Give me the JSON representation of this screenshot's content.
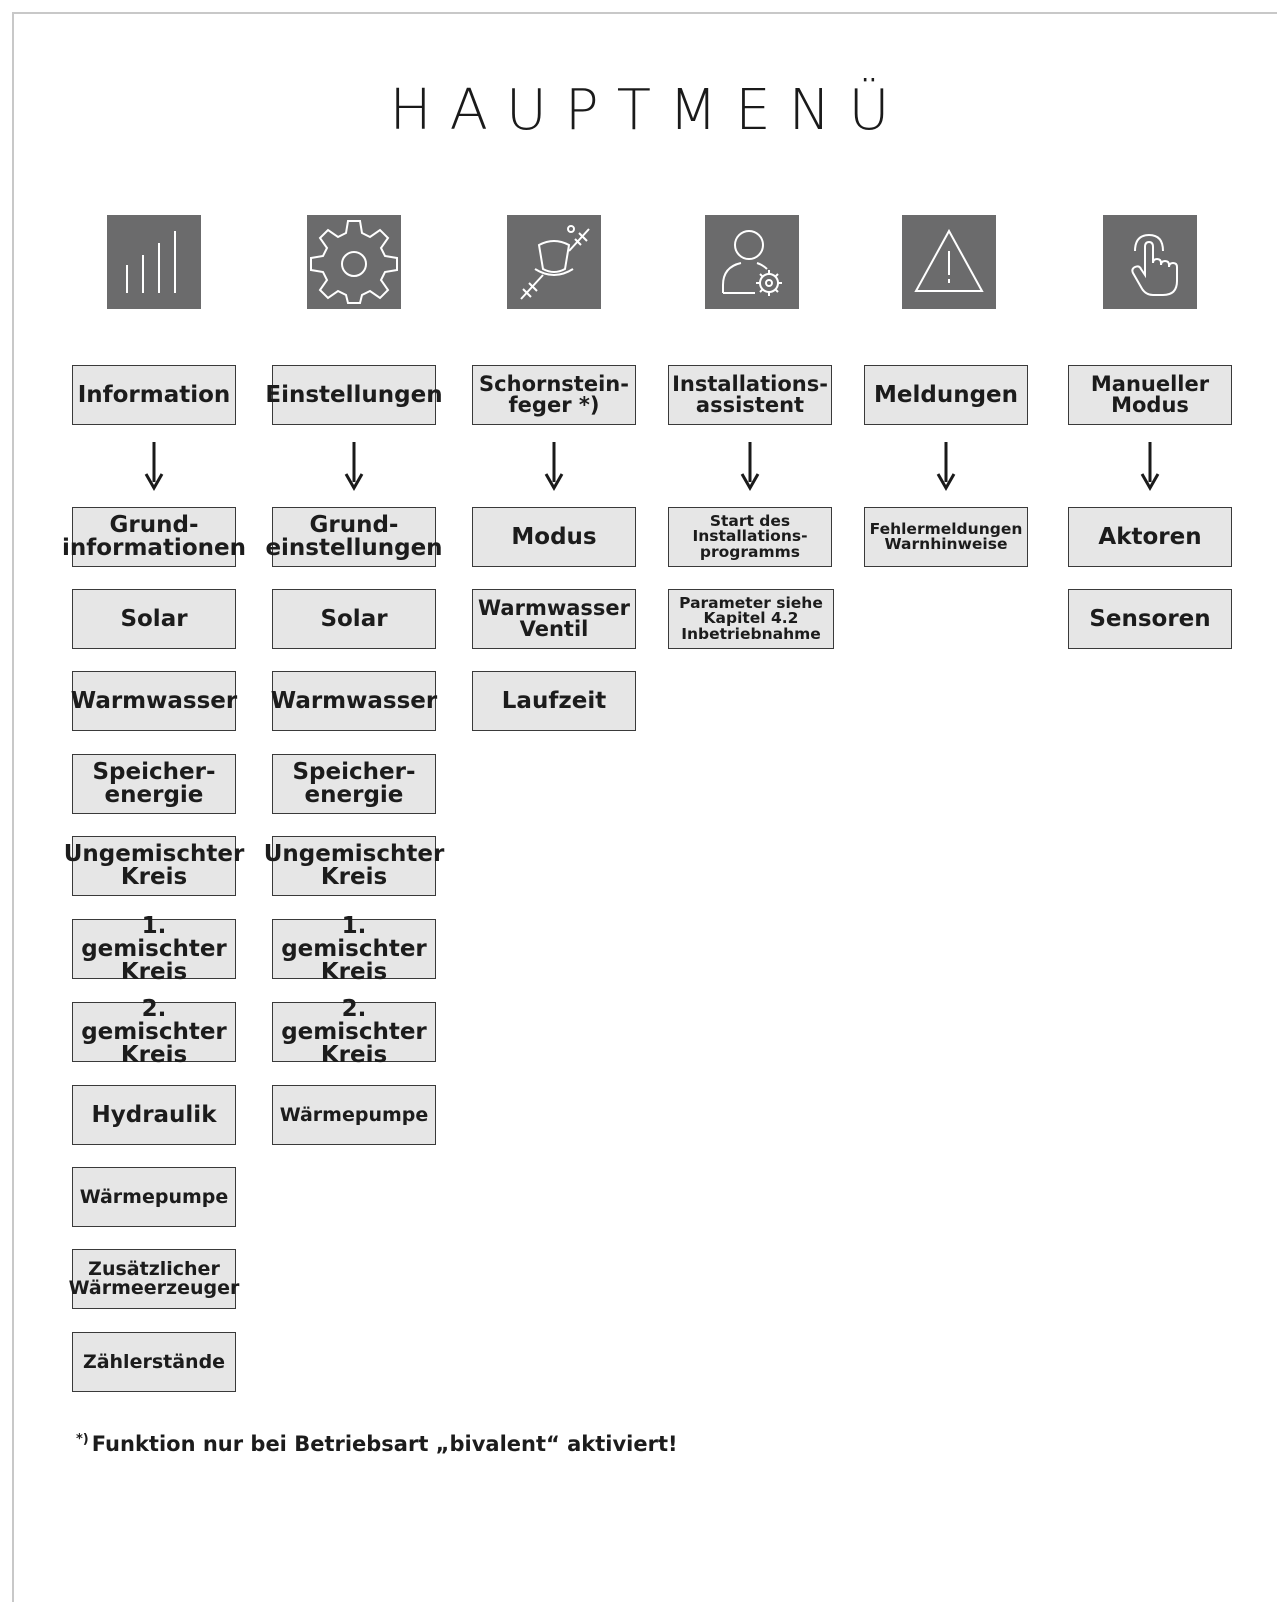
{
  "title": "HAUPTMENÜ",
  "columns": [
    {
      "icon": "bar-chart-icon",
      "header": "Information",
      "items": [
        "Grund-\ninformationen",
        "Solar",
        "Warmwasser",
        "Speicher-\nenergie",
        "Ungemischter\nKreis",
        "1. gemischter\nKreis",
        "2. gemischter\nKreis",
        "Hydraulik",
        "Wärmepumpe",
        "Zusätzlicher\nWärmeerzeuger",
        "Zählerstände"
      ]
    },
    {
      "icon": "gear-icon",
      "header": "Einstellungen",
      "items": [
        "Grund-\neinstellungen",
        "Solar",
        "Warmwasser",
        "Speicher-\nenergie",
        "Ungemischter\nKreis",
        "1. gemischter\nKreis",
        "2. gemischter\nKreis",
        "Wärmepumpe"
      ]
    },
    {
      "icon": "chimney-sweep-icon",
      "header": "Schornstein-\nfeger *)",
      "items": [
        "Modus",
        "Warmwasser\nVentil",
        "Laufzeit"
      ]
    },
    {
      "icon": "user-settings-icon",
      "header": "Installations-\nassistent",
      "items": [
        "Start des\nInstallations-\nprogramms",
        "Parameter siehe\nKapitel 4.2\nInbetriebnahme"
      ]
    },
    {
      "icon": "warning-icon",
      "header": "Meldungen",
      "items": [
        "Fehlermeldungen\nWarnhinweise"
      ]
    },
    {
      "icon": "touch-hand-icon",
      "header": "Manueller\nModus",
      "items": [
        "Aktoren",
        "Sensoren"
      ]
    }
  ],
  "footnote": {
    "marker": "*)",
    "text": "Funktion nur bei Betriebsart „bivalent“ aktiviert!"
  }
}
